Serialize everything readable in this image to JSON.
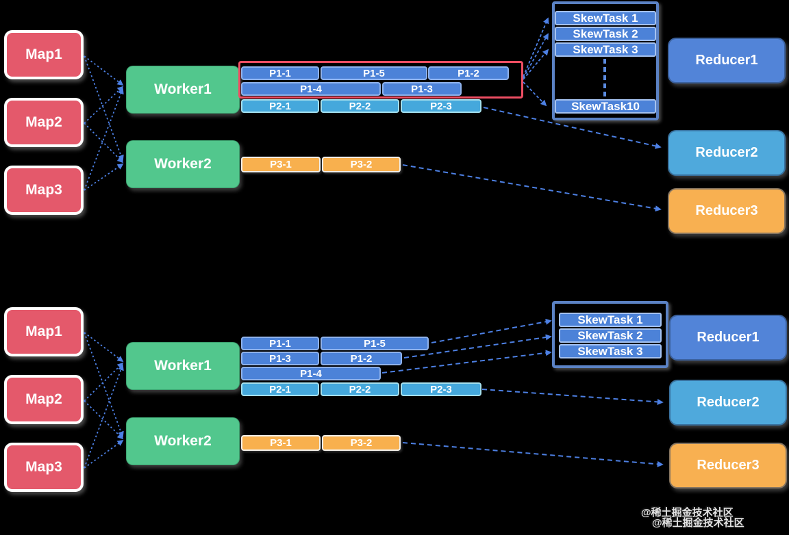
{
  "colors": {
    "background": "#000000",
    "map_fill": "#E4596B",
    "worker_fill": "#52C78D",
    "bar_blue": "#4C82D8",
    "bar_blue_border": "#8FB2EC",
    "bar_cyan": "#45A8DC",
    "bar_cyan_border": "#A5E0EE",
    "bar_orange": "#F8B04E",
    "bar_orange_border": "#F2EFE9",
    "skew_fill": "#4C82D8",
    "skew_border": "#A5C2F0",
    "container_border": "#5B82C4",
    "reducer1_fill": "#5284D8",
    "reducer2_fill": "#4FA9DC",
    "reducer3_fill": "#F8B051",
    "red_outline": "#EF4E63",
    "arrow": "#4D80E4"
  },
  "top": {
    "maps": [
      "Map1",
      "Map2",
      "Map3"
    ],
    "workers": [
      "Worker1",
      "Worker2"
    ],
    "p1_row1": [
      "P1-1",
      "P1-5",
      "P1-2"
    ],
    "p1_row2": [
      "P1-4",
      "P1-3"
    ],
    "p2_row": [
      "P2-1",
      "P2-2",
      "P2-3"
    ],
    "p3_row": [
      "P3-1",
      "P3-2"
    ],
    "skew_tasks": [
      "SkewTask 1",
      "SkewTask 2",
      "SkewTask 3",
      "SkewTask10"
    ],
    "reducers": [
      "Reducer1",
      "Reducer2",
      "Reducer3"
    ]
  },
  "bottom": {
    "maps": [
      "Map1",
      "Map2",
      "Map3"
    ],
    "workers": [
      "Worker1",
      "Worker2"
    ],
    "p1_row1": [
      "P1-1",
      "P1-5"
    ],
    "p1_row2": [
      "P1-3",
      "P1-2"
    ],
    "p1_row3": [
      "P1-4"
    ],
    "p2_row": [
      "P2-1",
      "P2-2",
      "P2-3"
    ],
    "p3_row": [
      "P3-1",
      "P3-2"
    ],
    "skew_tasks": [
      "SkewTask 1",
      "SkewTask 2",
      "SkewTask 3"
    ],
    "reducers": [
      "Reducer1",
      "Reducer2",
      "Reducer3"
    ]
  },
  "watermark": [
    "@稀土掘金技术社区",
    "@稀土掘金技术社区"
  ]
}
